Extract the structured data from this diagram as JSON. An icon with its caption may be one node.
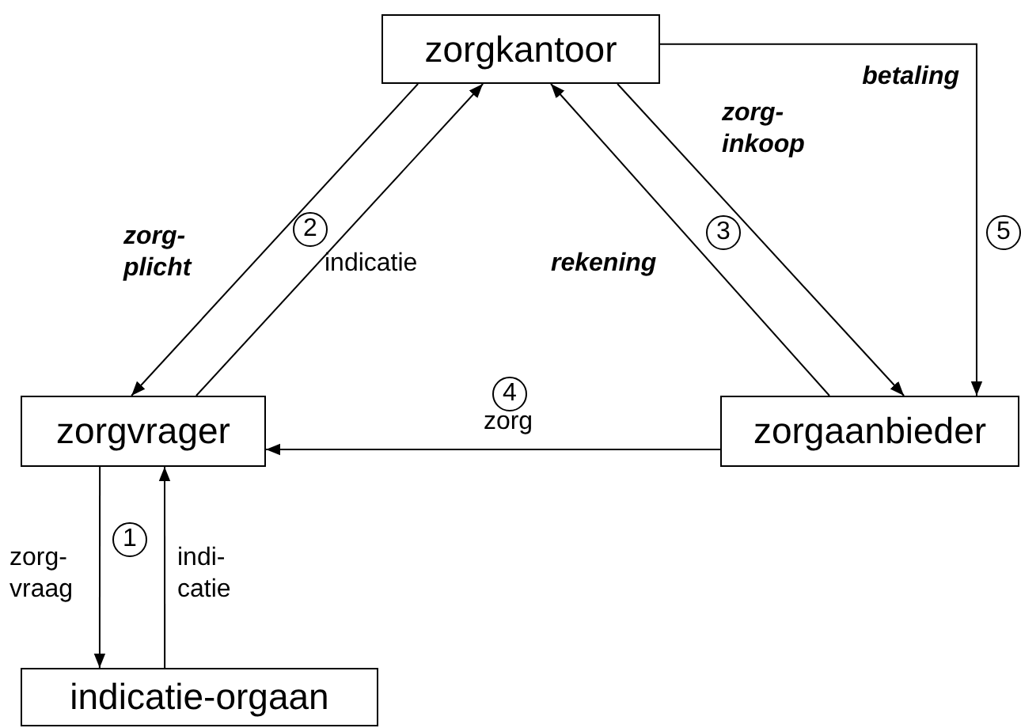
{
  "diagram": {
    "nodes": [
      {
        "text": [
          "zorgkantoor"
        ]
      },
      {
        "text": [
          "zorgvrager"
        ]
      },
      {
        "text": [
          "zorgaanbieder"
        ]
      },
      {
        "text": [
          "indicatie-orgaan"
        ]
      }
    ],
    "edges": [
      {
        "from": 0,
        "to": 1,
        "arrow": "to",
        "label": "zorg- plicht"
      },
      {
        "from": 1,
        "to": 0,
        "arrow": "to",
        "label": "indicatie"
      },
      {
        "from": 2,
        "to": 0,
        "arrow": "to",
        "label": "rekening"
      },
      {
        "from": 0,
        "to": 2,
        "arrow": "to",
        "label": "zorg- inkoop"
      },
      {
        "from": 0,
        "to": 2,
        "arrow": "to",
        "label": "betaling"
      },
      {
        "from": 2,
        "to": 1,
        "arrow": "to",
        "label": "zorg"
      },
      {
        "from": 1,
        "to": 3,
        "arrow": "to",
        "label": "zorg- vraag"
      },
      {
        "from": 3,
        "to": 1,
        "arrow": "to",
        "label": "indi- catie"
      }
    ],
    "labels": [
      "2",
      "3",
      "5",
      "4",
      "1"
    ]
  }
}
